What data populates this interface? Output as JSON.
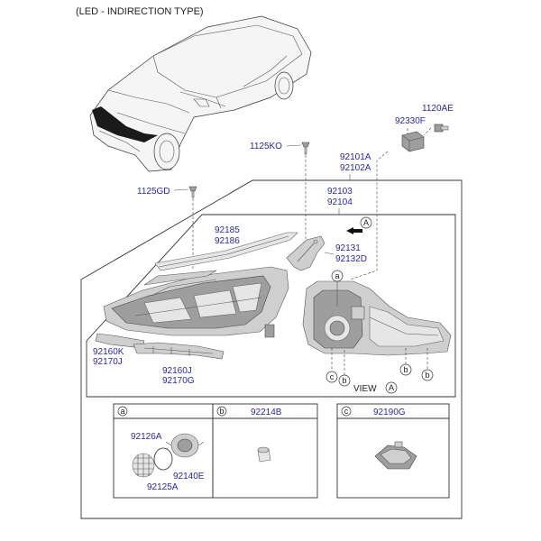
{
  "title": "(LED - INDIRECTION TYPE)",
  "parts": {
    "p1120AE": "1120AE",
    "p92330F": "92330F",
    "p1125KO": "1125KO",
    "p92101A": "92101A",
    "p92102A": "92102A",
    "p1125GD": "1125GD",
    "p92103": "92103",
    "p92104": "92104",
    "p92185": "92185",
    "p92186": "92186",
    "p92131": "92131",
    "p92132D": "92132D",
    "p92160K": "92160K",
    "p92170J": "92170J",
    "p92160J": "92160J",
    "p92170G": "92170G",
    "p92126A": "92126A",
    "p92140E": "92140E",
    "p92125A": "92125A",
    "p92214B": "92214B",
    "p92190G": "92190G"
  },
  "callouts": {
    "a": "a",
    "b": "b",
    "c": "c",
    "A": "A"
  },
  "view_label": "VIEW",
  "colors": {
    "part_number": "#2a2aa0",
    "outline": "#333333"
  }
}
